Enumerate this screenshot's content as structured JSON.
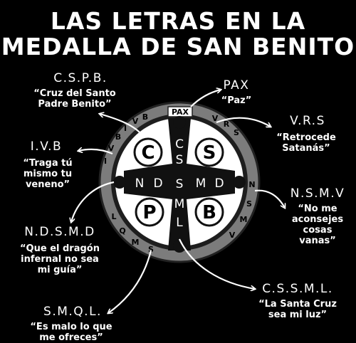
{
  "title": {
    "line1": "LAS LETRAS EN LA",
    "line2": "MEDALLA DE SAN BENITO"
  },
  "medal": {
    "pax": "PAX",
    "corners": [
      "C",
      "S",
      "P",
      "B"
    ],
    "vertical": [
      "C",
      "S",
      "S",
      "M",
      "L"
    ],
    "horizontal": [
      "N",
      "D",
      "S",
      "M",
      "D"
    ],
    "ring_left": [
      "I",
      "V",
      "B"
    ],
    "ring_right": [
      "V",
      "R",
      "S",
      "N",
      "S",
      "M",
      "V"
    ],
    "ring_bottom": [
      "S",
      "M",
      "Q",
      "L",
      "I",
      "V",
      "B"
    ],
    "colors": {
      "ring": "#7c7c7c",
      "ring_inner": "#1e1e1e",
      "face": "#ffffff",
      "cross": "#111111"
    }
  },
  "labels": [
    {
      "id": "cspb",
      "code": "C.S.P.B.",
      "meaning": [
        "“Cruz del Santo",
        "Padre Benito”"
      ]
    },
    {
      "id": "pax",
      "code": "PAX",
      "meaning": [
        "“Paz”"
      ]
    },
    {
      "id": "vrs",
      "code": "V.R.S",
      "meaning": [
        "“Retrocede",
        "Satanás”"
      ]
    },
    {
      "id": "ivb",
      "code": "I.V.B",
      "meaning": [
        "“Traga tú",
        "mismo tu",
        "veneno”"
      ]
    },
    {
      "id": "nsmv",
      "code": "N.S.M.V",
      "meaning": [
        "“No me",
        "aconsejes",
        "cosas",
        "vanas”"
      ]
    },
    {
      "id": "ndsmd",
      "code": "N.D.S.M.D",
      "meaning": [
        "“Que el dragón",
        "infernal no sea",
        "mi guía”"
      ]
    },
    {
      "id": "csssml",
      "code": "C.S.S.M.L.",
      "meaning": [
        "“La Santa Cruz",
        "sea mi luz”"
      ]
    },
    {
      "id": "smql",
      "code": "S.M.Q.L.",
      "meaning": [
        "“Es malo lo que",
        "me ofreces”"
      ]
    }
  ]
}
